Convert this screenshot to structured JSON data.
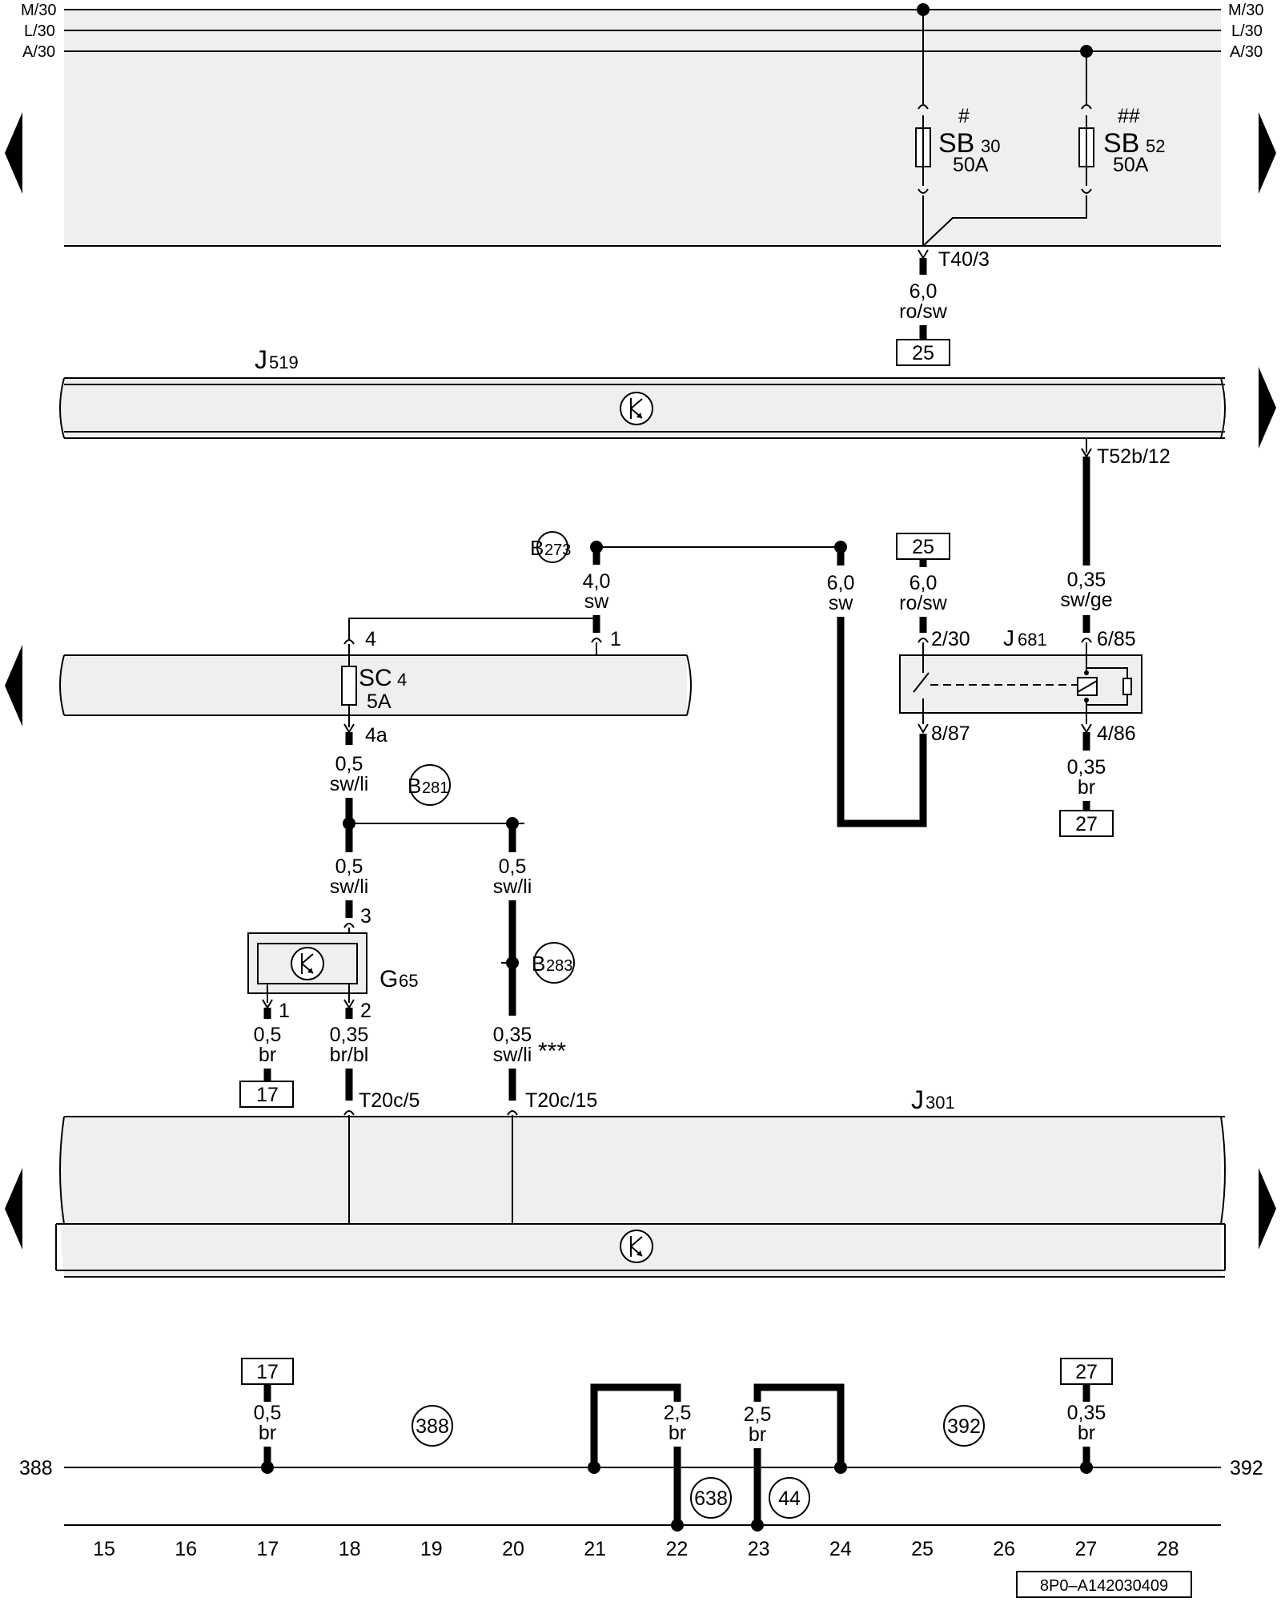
{
  "rails": {
    "m30": "M/30",
    "l30": "L/30",
    "a30": "A/30"
  },
  "fuses": {
    "sb30": {
      "mark": "#",
      "name": "SB",
      "num": "30",
      "rating": "50A"
    },
    "sb52": {
      "mark": "##",
      "name": "SB",
      "num": "52",
      "rating": "50A"
    },
    "sc4": {
      "name": "SC",
      "num": "4",
      "rating": "5A",
      "pin_in": "4",
      "pin_out": "4a"
    }
  },
  "connectors": {
    "t40_3": "T40/3",
    "t52b_12": "T52b/12",
    "t20c_5": "T20c/5",
    "t20c_15": "T20c/15"
  },
  "components": {
    "j519": {
      "letter": "J",
      "num": "519"
    },
    "j681": {
      "letter": "J",
      "num": "681",
      "pin_2_30": "2/30",
      "pin_6_85": "6/85",
      "pin_8_87": "8/87",
      "pin_4_86": "4/86"
    },
    "g65": {
      "letter": "G",
      "num": "65",
      "pin1": "1",
      "pin2": "2",
      "pin3": "3"
    },
    "j301": {
      "letter": "J",
      "num": "301"
    }
  },
  "splices": {
    "b273": {
      "letter": "B",
      "num": "273"
    },
    "b281": {
      "letter": "B",
      "num": "281"
    },
    "b283": {
      "letter": "B",
      "num": "283"
    },
    "sc_pin1": "1"
  },
  "wires": {
    "w_sb30_size": "6,0",
    "w_sb30_color": "ro/sw",
    "w_b273_size": "4,0",
    "w_b273_color": "sw",
    "w_loop_size": "6,0",
    "w_loop_color": "sw",
    "w_j681in_size": "6,0",
    "w_j681in_color": "ro/sw",
    "w_t52b_size": "0,35",
    "w_t52b_color": "sw/ge",
    "w_j681out_size": "0,35",
    "w_j681out_color": "br",
    "w_sc4out_size": "0,5",
    "w_sc4out_color": "sw/li",
    "w_g65in_size": "0,5",
    "w_g65in_color": "sw/li",
    "w_b283_size": "0,5",
    "w_b283_color": "sw/li",
    "w_g65p1_size": "0,5",
    "w_g65p1_color": "br",
    "w_g65p2_size": "0,35",
    "w_g65p2_color": "br/bl",
    "w_t20c15_size": "0,35",
    "w_t20c15_color": "sw/li",
    "w_t20c15_note": "***"
  },
  "refs": {
    "r25a": "25",
    "r25b": "25",
    "r27a": "27",
    "r17a": "17",
    "r17b": "17",
    "r27b": "27"
  },
  "ground": {
    "left_label": "388",
    "right_label": "392",
    "circle_388": "388",
    "circle_392": "392",
    "circle_638": "638",
    "circle_44": "44",
    "w17_size": "0,5",
    "w17_color": "br",
    "w22_size": "2,5",
    "w22_color": "br",
    "w23_size": "2,5",
    "w23_color": "br",
    "w27_size": "0,35",
    "w27_color": "br"
  },
  "grid": [
    "15",
    "16",
    "17",
    "18",
    "19",
    "20",
    "21",
    "22",
    "23",
    "24",
    "25",
    "26",
    "27",
    "28"
  ],
  "doc_id": "8P0–A142030409"
}
